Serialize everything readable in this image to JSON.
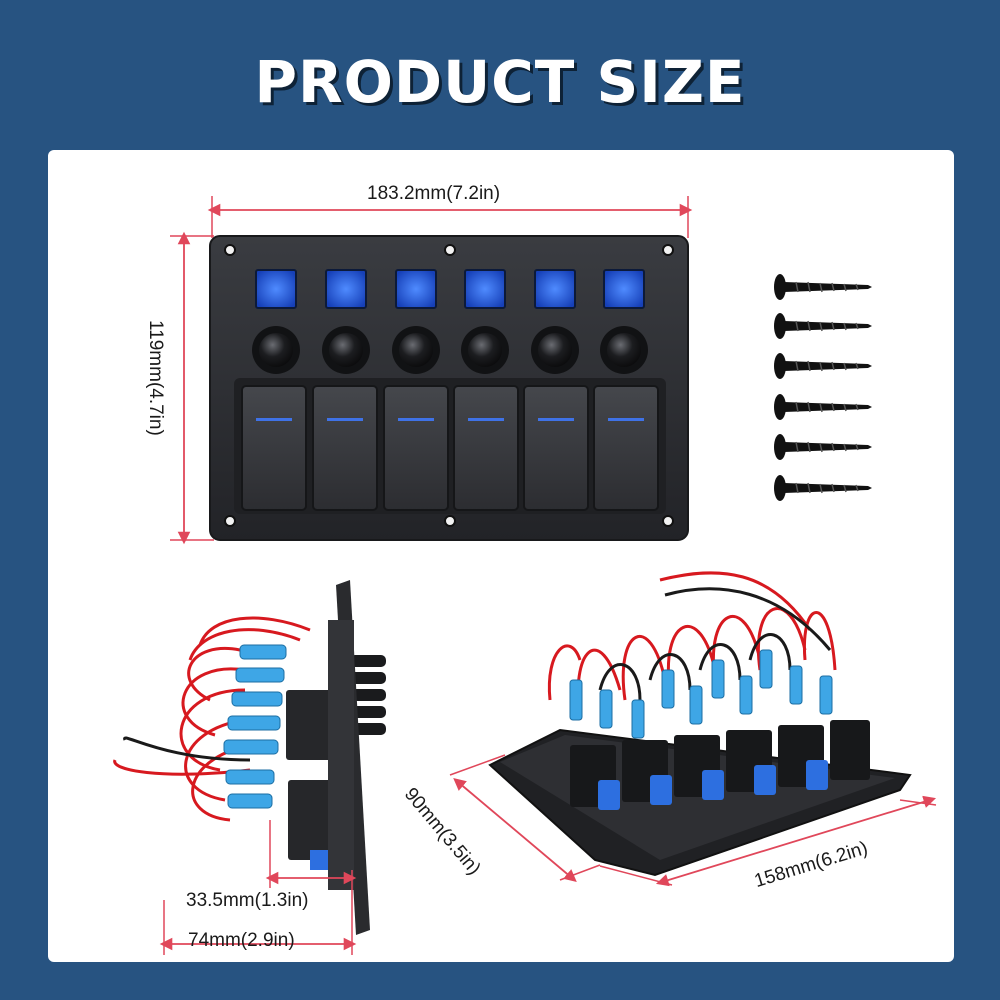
{
  "title": "PRODUCT SIZE",
  "dimensions": {
    "panel_width": "183.2mm(7.2in)",
    "panel_height": "119mm(4.7in)",
    "side_depth": "33.5mm(1.3in)",
    "side_width": "74mm(2.9in)",
    "back_depth": "90mm(3.5in)",
    "back_width": "158mm(6.2in)"
  },
  "colors": {
    "background": "#275381",
    "card": "#ffffff",
    "dimension_line": "#e0475a",
    "panel": "#2b2d31",
    "led": "#1f5fe0",
    "wire_red": "#d7191f",
    "wire_black": "#1a1a1a",
    "connector_blue": "#3ea6e6"
  },
  "icons": [
    "screw-icon",
    "led-indicator-icon",
    "fuse-holder-icon",
    "rocker-switch-icon"
  ]
}
